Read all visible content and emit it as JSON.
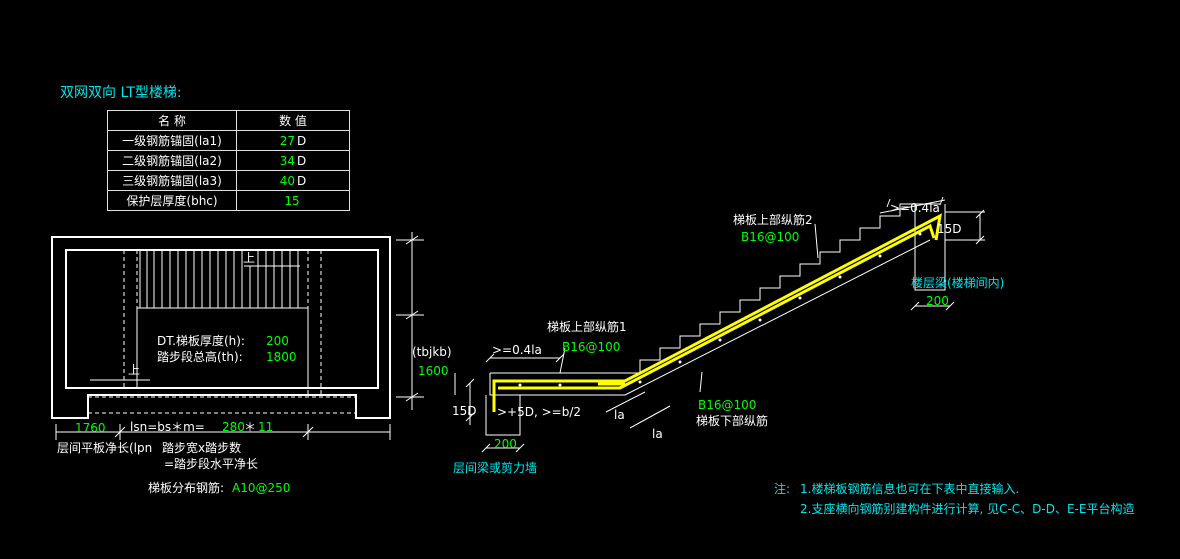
{
  "title": "双网双向 LT型楼梯:",
  "table": {
    "headers": [
      "名  称",
      "数  值"
    ],
    "rows": [
      {
        "name": "一级钢筋锚固(la1)",
        "value": "27",
        "unit": "D"
      },
      {
        "name": "二级钢筋锚固(la2)",
        "value": "34",
        "unit": "D"
      },
      {
        "name": "三级钢筋锚固(la3)",
        "value": "40",
        "unit": "D"
      },
      {
        "name": "保护层厚度(bhc)",
        "value": "15",
        "unit": ""
      }
    ]
  },
  "plan": {
    "up_mark_top": "上",
    "up_mark_bottom": "上",
    "thickness_label": "DT.梯板厚度(h):",
    "thickness_value": "200",
    "height_label": "踏步段总高(th):",
    "height_value": "1800",
    "tbjkb_label": "(tbjkb)",
    "tbjkb_value": "1600",
    "landing_width_value": "1760",
    "lsn_label": "lsn=bs＊m=",
    "lsn_bs_value": "280",
    "lsn_star": "＊",
    "lsn_m_value": "11",
    "landing_note": "层间平板净长(lpn",
    "step_note": "踏步宽x踏步数",
    "step_note2": "=踏步段水平净长",
    "dist_rebar_label": "梯板分布钢筋:",
    "dist_rebar_value": "A10@250"
  },
  "section": {
    "top_rebar2_label": "梯板上部纵筋2",
    "top_rebar2_value": "B16@100",
    "top_rebar1_label": "梯板上部纵筋1",
    "top_rebar1_value": "B16@100",
    "bottom_rebar_value": "B16@100",
    "bottom_rebar_label": "梯板下部纵筋",
    "anchor_top": ">=0.4la",
    "anchor_left": ">=0.4la",
    "hook_15d_top": "15D",
    "hook_15d_left": "15D",
    "floor_beam_label": "楼层梁(楼梯间内)",
    "floor_beam_value": "200",
    "landing_beam_label": "层间梁或剪力墙",
    "landing_beam_value": "200",
    "min_anchor_label": ">+5D, >=b/2",
    "la_1": "la",
    "la_2": "la"
  },
  "notes": {
    "prefix": "注:",
    "line1": "1.楼梯板钢筋信息也可在下表中直接输入.",
    "line2": "2.支座横向钢筋别建构件进行计算, 见C-C、D-D、E-E平台构造"
  },
  "colors": {
    "background": "#000000",
    "line": "#ffffff",
    "value": "#00ff00",
    "heading": "#00e5ee",
    "rebar": "#ffff00"
  }
}
